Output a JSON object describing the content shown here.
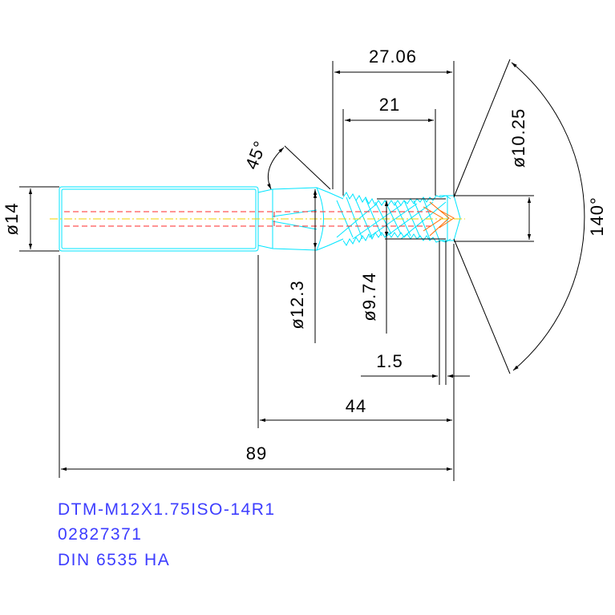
{
  "dimensions": {
    "cut_length": "27.06",
    "thread_length": "21",
    "chamfer_angle": "45°",
    "point_angle": "140°",
    "drill_dia": "ø10.25",
    "shank_dia": "ø14",
    "neck_dia": "ø12.3",
    "core_dia": "ø9.74",
    "step": "1.5",
    "neck_length": "44",
    "overall_length": "89"
  },
  "title_block": {
    "part_code": "DTM-M12X1.75ISO-14R1",
    "article_no": "02827371",
    "standard": "DIN 6535 HA"
  },
  "colors": {
    "outline": "#00e5ff",
    "hidden": "#ff2a2a",
    "center": "#f0d000",
    "dimension": "#000000",
    "title": "#3d3dff"
  }
}
